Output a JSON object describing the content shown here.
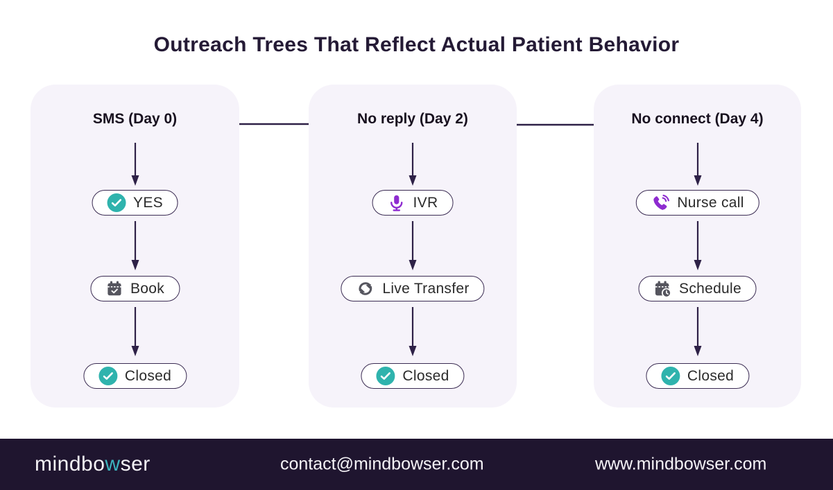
{
  "title": "Outreach Trees That Reflect Actual Patient Behavior",
  "columns": [
    {
      "header": "SMS (Day 0)",
      "nodes": [
        {
          "label": "YES",
          "icon": "check-circle"
        },
        {
          "label": "Book",
          "icon": "calendar-check"
        },
        {
          "label": "Closed",
          "icon": "check-circle"
        }
      ]
    },
    {
      "header": "No reply (Day 2)",
      "nodes": [
        {
          "label": "IVR",
          "icon": "microphone"
        },
        {
          "label": "Live Transfer",
          "icon": "transfer-arrows"
        },
        {
          "label": "Closed",
          "icon": "check-circle"
        }
      ]
    },
    {
      "header": "No connect (Day 4)",
      "nodes": [
        {
          "label": "Nurse call",
          "icon": "phone-volume"
        },
        {
          "label": "Schedule",
          "icon": "calendar-clock"
        },
        {
          "label": "Closed",
          "icon": "check-circle"
        }
      ]
    }
  ],
  "footer": {
    "logo_prefix": "mindbo",
    "logo_accent": "w",
    "logo_suffix": "ser",
    "email": "contact@mindbowser.com",
    "website": "www.mindbowser.com"
  },
  "colors": {
    "teal_check": "#2FB3AD",
    "purple_icon": "#8E2BD0",
    "gray_icon": "#55555E",
    "panel_bg": "#F6F3FA",
    "pill_border": "#3A2B52",
    "arrow": "#2E2147",
    "title_text": "#241A35",
    "footer_bg": "#1F152F",
    "logo_accent": "#3CB4BE"
  }
}
